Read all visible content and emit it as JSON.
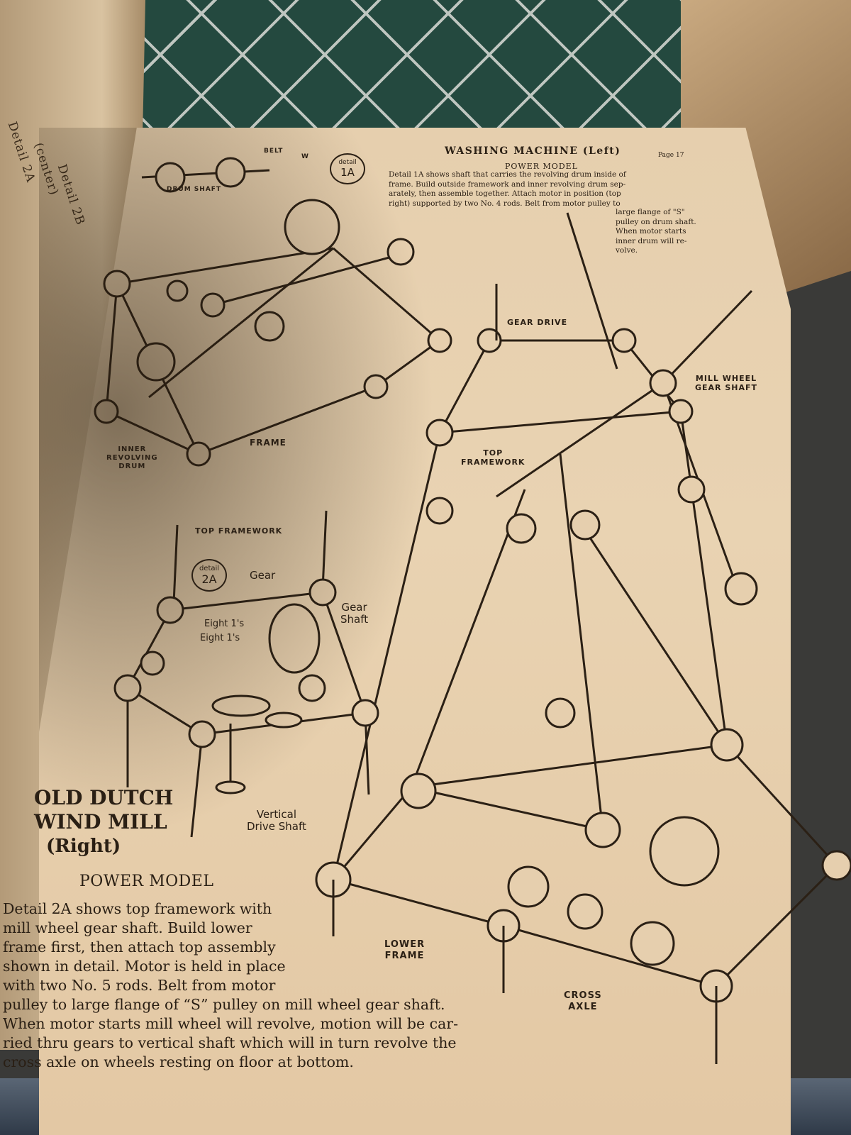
{
  "top_page": {
    "title": "WASHING MACHINE (Left)",
    "page_number": "Page 17",
    "subheading": "POWER MODEL",
    "paragraph_lines": [
      "Detail 1A shows shaft that carries the revolving drum inside of",
      "frame. Build outside framework and inner revolving drum sep-",
      "arately, then assemble together. Attach motor in position (top",
      "right) supported by two No. 4 rods. Belt from motor pulley to"
    ],
    "paragraph_tail": [
      "large flange of \"S\"",
      "pulley on drum shaft.",
      "When motor starts",
      "inner drum will re-",
      "volve."
    ],
    "labels": {
      "belt": "BELT",
      "w": "W",
      "drum_shaft": "DRUM SHAFT",
      "frame": "FRAME",
      "inner_drum": [
        "INNER",
        "REVOLVING",
        "DRUM"
      ]
    },
    "detail_badge": {
      "word": "detail",
      "id": "1A"
    }
  },
  "bottom_page": {
    "title_lines": [
      "OLD DUTCH",
      "WIND MILL"
    ],
    "subtitle": "(Right)",
    "subheading": "POWER MODEL",
    "paragraph_lines": [
      "Detail 2A shows top framework with",
      "mill wheel gear shaft.  Build lower",
      "frame first, then attach top assembly",
      "shown in detail.  Motor is held in place",
      "with two No. 5 rods.  Belt from motor",
      "pulley to large flange of “S” pulley on mill wheel gear shaft.",
      "When motor starts mill wheel will revolve, motion will be car-",
      "ried thru gears to vertical shaft which will in turn revolve the",
      "cross axle on wheels resting on floor at bottom."
    ],
    "labels": {
      "gear_drive": "GEAR DRIVE",
      "mill_wheel": [
        "MILL WHEEL",
        "GEAR SHAFT"
      ],
      "top_framework": [
        "TOP",
        "FRAMEWORK"
      ],
      "top_framework_detail": "TOP FRAMEWORK",
      "gear": "Gear",
      "gear_shaft": [
        "Gear",
        "Shaft"
      ],
      "eight_1s_a": "Eight 1's",
      "eight_1s_b": "Eight 1's",
      "vertical_drive": [
        "Vertical",
        "Drive Shaft"
      ],
      "lower_frame": [
        "LOWER",
        "FRAME"
      ],
      "cross_axle": [
        "CROSS",
        "AXLE"
      ]
    },
    "detail_badge": {
      "word": "detail",
      "id": "2A"
    }
  },
  "colors": {
    "paper": "#e6cfae",
    "ink": "#2b2015",
    "tile": "#24493f"
  }
}
